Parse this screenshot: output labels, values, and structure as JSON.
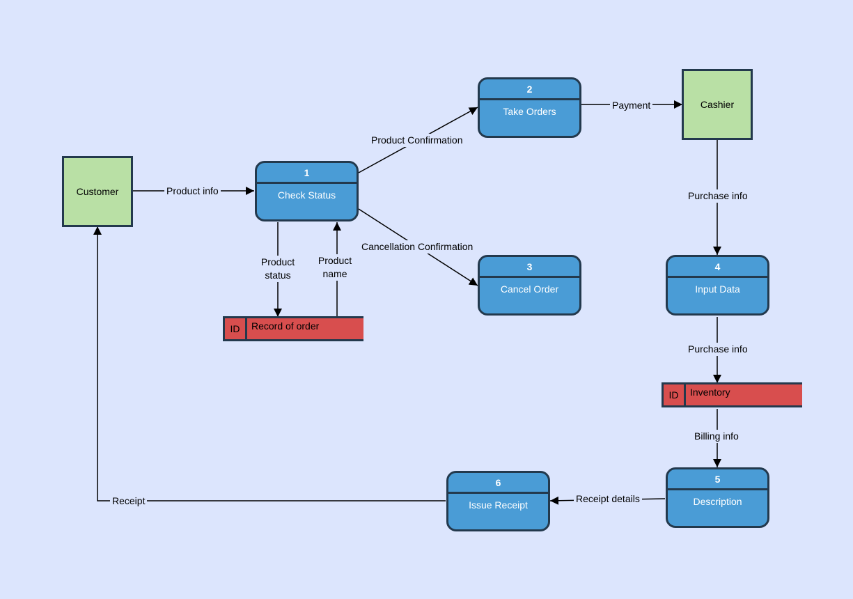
{
  "entities": {
    "customer": "Customer",
    "cashier": "Cashier"
  },
  "processes": [
    {
      "num": "1",
      "name": "Check Status"
    },
    {
      "num": "2",
      "name": "Take Orders"
    },
    {
      "num": "3",
      "name": "Cancel Order"
    },
    {
      "num": "4",
      "name": "Input Data"
    },
    {
      "num": "5",
      "name": "Description"
    },
    {
      "num": "6",
      "name": "Issue Receipt"
    }
  ],
  "stores": [
    {
      "id": "ID",
      "name": "Record of order"
    },
    {
      "id": "ID",
      "name": "Inventory"
    }
  ],
  "flows": {
    "product_info": "Product info",
    "product_confirmation": "Product Confirmation",
    "cancellation_confirmation": "Cancellation Confirmation",
    "payment": "Payment",
    "purchase_info_1": "Purchase info",
    "purchase_info_2": "Purchase info",
    "billing_info": "Billing info",
    "receipt_details": "Receipt details",
    "receipt": "Receipt",
    "product_status_line1": "Product",
    "product_status_line2": "status",
    "product_name_line1": "Product",
    "product_name_line2": "name"
  },
  "colors": {
    "background": "#dce5fd",
    "entity_fill": "#b9e0a5",
    "process_fill": "#4a9cd6",
    "store_fill": "#d84e4e",
    "outline": "#23394d"
  }
}
